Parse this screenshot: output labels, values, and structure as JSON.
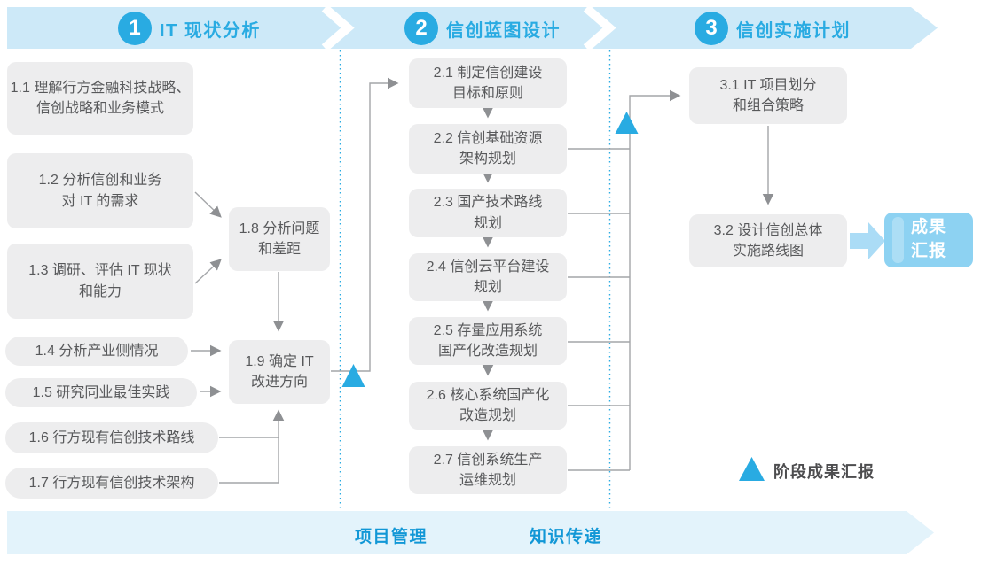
{
  "header": {
    "phases": [
      {
        "number": "1",
        "title": "IT 现状分析"
      },
      {
        "number": "2",
        "title": "信创蓝图设计"
      },
      {
        "number": "3",
        "title": "信创实施计划"
      }
    ]
  },
  "steps": {
    "s1_1": "1.1 理解行方金融科技战略、\n信创战略和业务模式",
    "s1_2": "1.2 分析信创和业务\n对 IT 的需求",
    "s1_3": "1.3 调研、评估 IT 现状\n和能力",
    "s1_4": "1.4 分析产业侧情况",
    "s1_5": "1.5 研究同业最佳实践",
    "s1_6": "1.6 行方现有信创技术路线",
    "s1_7": "1.7 行方现有信创技术架构",
    "s1_8": "1.8 分析问题\n和差距",
    "s1_9": "1.9 确定 IT\n改进方向",
    "s2_1": "2.1 制定信创建设\n目标和原则",
    "s2_2": "2.2 信创基础资源\n架构规划",
    "s2_3": "2.3 国产技术路线\n规划",
    "s2_4": "2.4 信创云平台建设\n规划",
    "s2_5": "2.5 存量应用系统\n国产化改造规划",
    "s2_6": "2.6 核心系统国产化\n改造规划",
    "s2_7": "2.7 信创系统生产\n运维规划",
    "s3_1": "3.1 IT 项目划分\n和组合策略",
    "s3_2": "3.2 设计信创总体\n实施路线图"
  },
  "output": {
    "label": "成果\n汇报"
  },
  "legend": {
    "label": "阶段成果汇报"
  },
  "bottom_band": {
    "items": [
      {
        "label": "项目管理"
      },
      {
        "label": "知识传递"
      }
    ]
  },
  "colors": {
    "accent_blue": "#29ABE2",
    "header_band_blue": "#CDE9F8",
    "bottom_band_blue": "#E3F3FB",
    "step_box_grey": "#EDEDEE",
    "step_text_grey": "#58595B",
    "connector_grey": "#A4A6A9",
    "result_box_blue": "#8DD2F2",
    "result_arrow_blue": "#ABDCF6",
    "bottom_text_blue": "#1197D6",
    "legend_text_grey": "#4D4D4F"
  }
}
